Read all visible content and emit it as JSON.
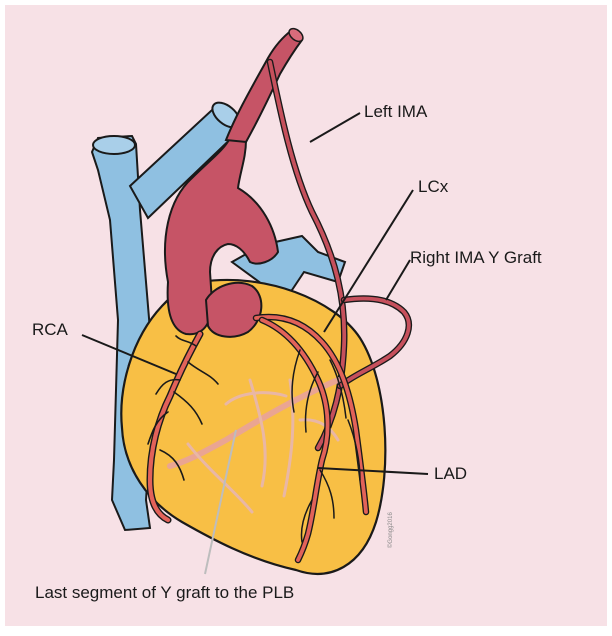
{
  "labels": {
    "left_ima": "Left IMA",
    "lcx": "LCx",
    "right_ima_y_graft": "Right IMA Y Graft",
    "rca": "RCA",
    "lad": "LAD",
    "last_segment": "Last segment of Y graft to the PLB"
  },
  "watermark": "©Gongg2016",
  "colors": {
    "background": "#f7e1e6",
    "heart": "#f8bf45",
    "aorta": "#c65466",
    "veins": "#8fc0e1",
    "artery": "#e26259",
    "ima_graft": "#c6505c",
    "outline": "#1a1a1a"
  }
}
